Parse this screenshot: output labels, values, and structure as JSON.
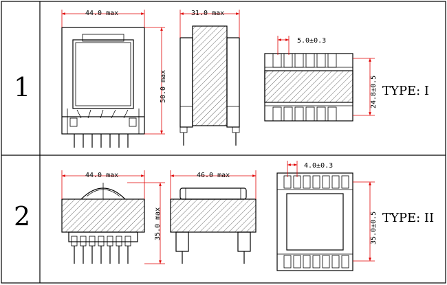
{
  "rows": [
    {
      "number": "1",
      "type_label": "TYPE: I",
      "front_width": "44.0 max",
      "front_height": "50.0 max",
      "side_width": "31.0 max",
      "pin_pitch": "5.0±0.3",
      "row_span": "24.8±0.5"
    },
    {
      "number": "2",
      "type_label": "TYPE: II",
      "front_width": "44.0 max",
      "front_height": "35.0 max",
      "side_width": "46.0 max",
      "pin_pitch": "4.0±0.3",
      "row_span": "35.0±0.5"
    }
  ],
  "colors": {
    "dimension_line": "#e00000",
    "border": "#000000"
  }
}
